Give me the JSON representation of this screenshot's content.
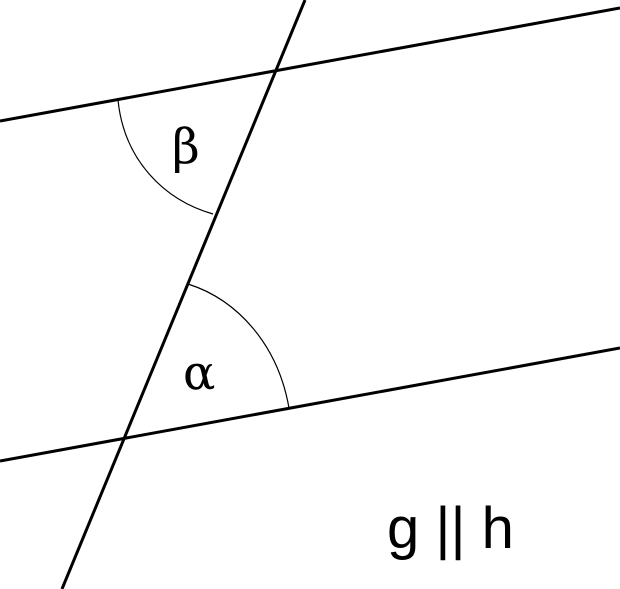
{
  "diagram": {
    "angle_alpha_label": "α",
    "angle_beta_label": "β",
    "parallel_statement": "g || h"
  }
}
